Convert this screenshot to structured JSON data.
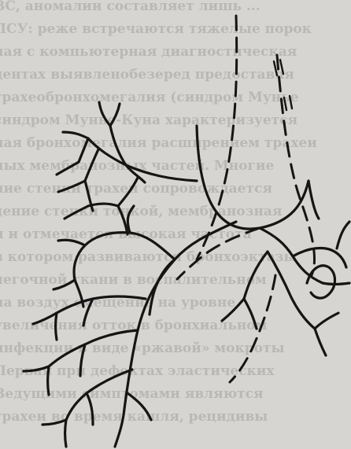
{
  "background_text": [
    "ВС, аномалии составляет лишь ...",
    "ПСУ: реже встречаются тяжелые порок",
    "ная с компьютерная диагностическая",
    "дентах выявленобезеред предоставля",
    "трахеобронхомегалия (синдром Мунье",
    "синдром Мунье-Куна характеризуется",
    "ная бронхомегалия расширением трахеи",
    "ных мембранозных частей. Многие",
    "ние стенки трахеи сопровождается",
    "дение стенки тонкой, мембранозная",
    "и и отмечается высокая частота",
    "в котором развиваются бронхоэктазы",
    "легочной ткани в воспалительном",
    "на воздух смещение на уровне",
    "увеличения отток в бронхиальном",
    "инфекции в виде «ржавой» мокроты",
    "Первая при дефектах эластических",
    "Ведущими симптомами являются",
    "трахеи во время кашля, рецидивы"
  ],
  "figure": {
    "description_label": ""
  }
}
